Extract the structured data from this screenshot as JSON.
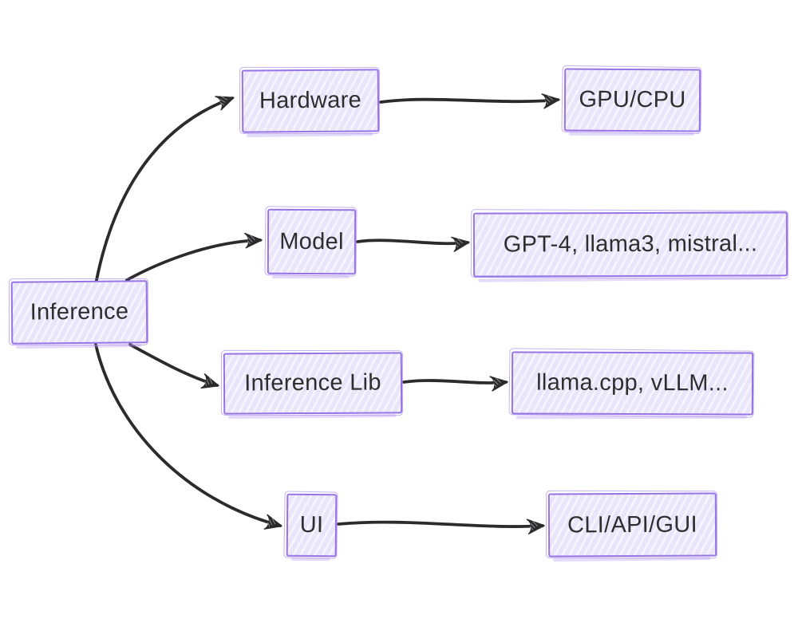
{
  "diagram": {
    "root": {
      "id": "inference",
      "label": "Inference"
    },
    "branches": [
      {
        "id": "hardware",
        "label": "Hardware",
        "target": {
          "id": "gpu-cpu",
          "label": "GPU/CPU"
        }
      },
      {
        "id": "model",
        "label": "Model",
        "target": {
          "id": "models",
          "label": "GPT-4, llama3, mistral..."
        }
      },
      {
        "id": "inference-lib",
        "label": "Inference Lib",
        "target": {
          "id": "libraries",
          "label": "llama.cpp, vLLM..."
        }
      },
      {
        "id": "ui",
        "label": "UI",
        "target": {
          "id": "interfaces",
          "label": "CLI/API/GUI"
        }
      }
    ],
    "colors": {
      "node_border": "#9673e6",
      "node_fill": "#e9e6fb",
      "arrow": "#2b2b2b",
      "text": "#2e2e2e",
      "background": "#ffffff"
    },
    "style": "hand-drawn sketch flowchart"
  }
}
